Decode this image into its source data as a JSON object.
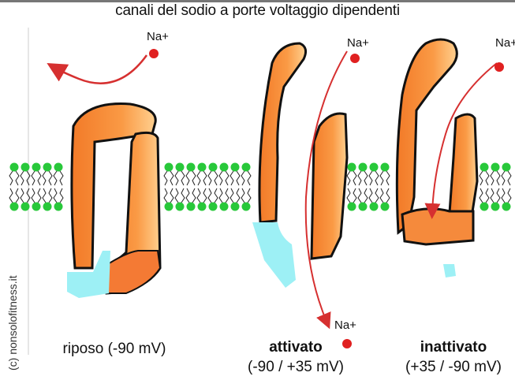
{
  "title": "canali del sodio a porte voltaggio dipendenti",
  "credit": "(c) nonsolofitness.it",
  "ion": "Na+",
  "states": [
    {
      "name": "riposo",
      "voltage": "(-90 mV)"
    },
    {
      "name": "attivato",
      "voltage": "(-90 / +35 mV)"
    },
    {
      "name": "inattivato",
      "voltage": "(+35 / -90 mV)"
    }
  ],
  "colors": {
    "channel": "#f7923a",
    "channel_light": "#ffc98a",
    "gate": "#9df0f5",
    "lipid": "#28c83a",
    "ion": "#e02020",
    "arrow": "#d63030"
  }
}
